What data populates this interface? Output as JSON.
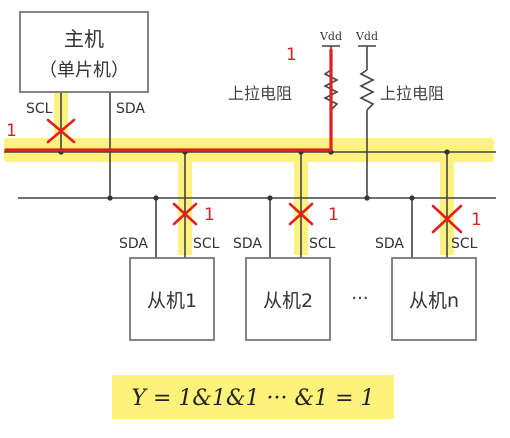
{
  "master": {
    "line1": "主机",
    "line2": "（单片机）"
  },
  "slaves": [
    {
      "label": "从机1"
    },
    {
      "label": "从机2"
    },
    {
      "label": "从机n"
    }
  ],
  "ellipsis": "···",
  "pin_labels": {
    "sda": "SDA",
    "scl": "SCL"
  },
  "vdd": [
    "Vdd",
    "Vdd"
  ],
  "pullup_labels": [
    "上拉电阻",
    "上拉电阻"
  ],
  "level_marks": [
    "1",
    "1",
    "1",
    "1",
    "1"
  ],
  "formula": "Y = 1&1&1 ··· &1 = 1",
  "colors": {
    "highlight": "#fdf06a",
    "red_line": "#e02020",
    "wire": "#444444",
    "box_border": "#777777"
  }
}
